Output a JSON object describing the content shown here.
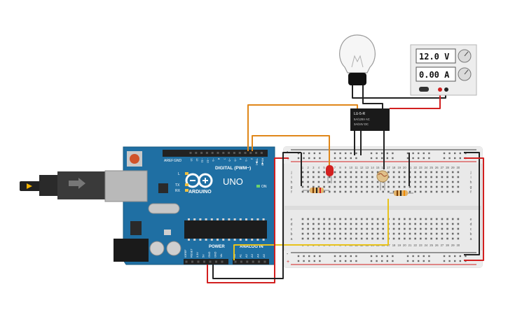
{
  "arduino": {
    "brand_label": "ARDUINO",
    "model_label": "UNO",
    "digital_label": "DIGITAL (PWM~)",
    "power_label": "POWER",
    "analog_label": "ANALOG IN",
    "on_label": "ON",
    "l_label": "L",
    "tx_label": "TX",
    "rx_label": "RX",
    "aref_label": "AREF",
    "gnd_label": "GND",
    "digital_pins": [
      "13",
      "12",
      "~11",
      "~10",
      "~9",
      "8",
      "7",
      "~6",
      "~5",
      "4",
      "~3",
      "2",
      "TX▶1",
      "RX◀0"
    ],
    "power_pins": [
      "IOREF",
      "RESET",
      "3.3V",
      "5V",
      "GND",
      "GND",
      "Vin"
    ],
    "analog_pins": [
      "A0",
      "A1",
      "A2",
      "A3",
      "A4",
      "A5"
    ]
  },
  "power_supply": {
    "voltage": "12.0 V",
    "current": "0.00 A"
  },
  "relay": {
    "model": "LU-5-R",
    "line1": "5A/125V AC",
    "line2": "3A/24V DC"
  },
  "breadboard": {
    "columns": [
      "1",
      "2",
      "3",
      "4",
      "5",
      "6",
      "7",
      "8",
      "9",
      "10",
      "11",
      "12",
      "13",
      "14",
      "15",
      "16",
      "17",
      "18",
      "19",
      "20",
      "21",
      "22",
      "23",
      "24",
      "25",
      "26",
      "27",
      "28",
      "29",
      "30"
    ],
    "rows_top": [
      "j",
      "i",
      "h",
      "g",
      "f"
    ],
    "rows_bottom": [
      "e",
      "d",
      "c",
      "b",
      "a"
    ],
    "plus": "+",
    "minus": "-"
  },
  "colors": {
    "arduino_board": "#1f6fa3",
    "wire_orange": "#e0871a",
    "wire_red": "#d21f1f",
    "wire_black": "#222222",
    "wire_yellow": "#e8c21a",
    "led_red": "#d32020"
  }
}
